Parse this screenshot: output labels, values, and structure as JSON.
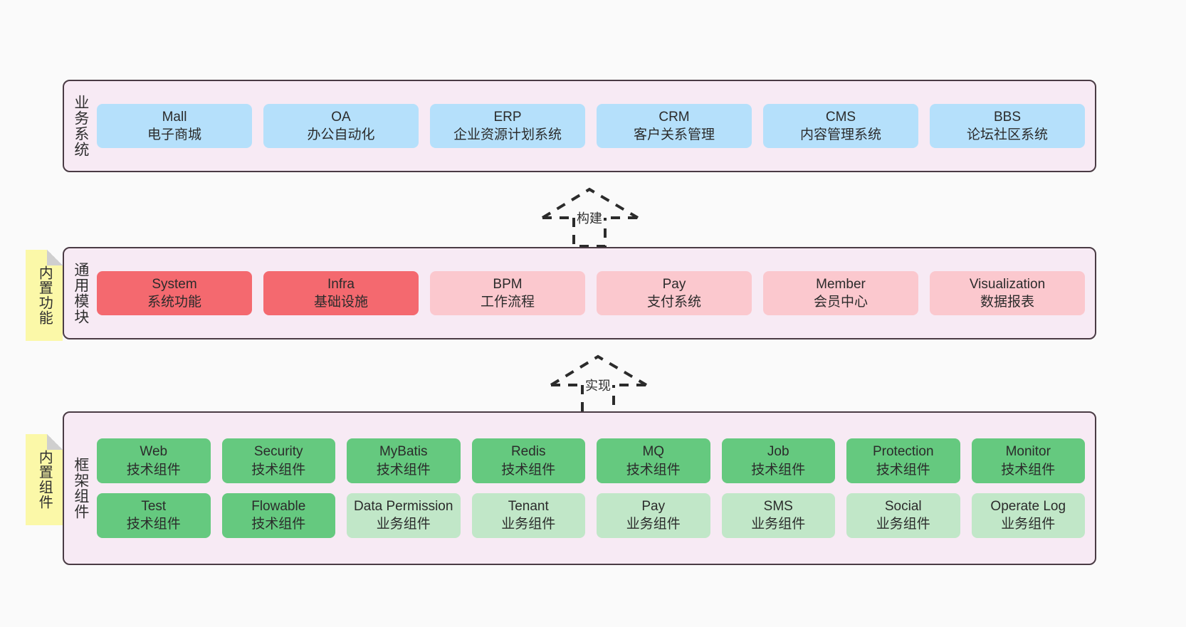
{
  "colors": {
    "panel_bg": "#f7eaf4",
    "panel_border": "#4a3b44",
    "blue": "#b5e0fb",
    "red": "#f4696f",
    "pink": "#fbc8ce",
    "green": "#65c97f",
    "light_green": "#c1e7c8",
    "note_yellow": "#fbf8a8",
    "canvas": "#fafafa"
  },
  "layers": {
    "business": {
      "title": "业务系统",
      "cards": [
        {
          "t1": "Mall",
          "t2": "电子商城",
          "color": "c-blue"
        },
        {
          "t1": "OA",
          "t2": "办公自动化",
          "color": "c-blue"
        },
        {
          "t1": "ERP",
          "t2": "企业资源计划系统",
          "color": "c-blue"
        },
        {
          "t1": "CRM",
          "t2": "客户关系管理",
          "color": "c-blue"
        },
        {
          "t1": "CMS",
          "t2": "内容管理系统",
          "color": "c-blue"
        },
        {
          "t1": "BBS",
          "t2": "论坛社区系统",
          "color": "c-blue"
        }
      ]
    },
    "common": {
      "title": "通用模块",
      "note": "内置功能",
      "cards": [
        {
          "t1": "System",
          "t2": "系统功能",
          "color": "c-red"
        },
        {
          "t1": "Infra",
          "t2": "基础设施",
          "color": "c-red"
        },
        {
          "t1": "BPM",
          "t2": "工作流程",
          "color": "c-pink"
        },
        {
          "t1": "Pay",
          "t2": "支付系统",
          "color": "c-pink"
        },
        {
          "t1": "Member",
          "t2": "会员中心",
          "color": "c-pink"
        },
        {
          "t1": "Visualization",
          "t2": "数据报表",
          "color": "c-pink"
        }
      ]
    },
    "framework": {
      "title": "框架组件",
      "note": "内置组件",
      "row1": [
        {
          "t1": "Web",
          "t2": "技术组件",
          "color": "c-green"
        },
        {
          "t1": "Security",
          "t2": "技术组件",
          "color": "c-green"
        },
        {
          "t1": "MyBatis",
          "t2": "技术组件",
          "color": "c-green"
        },
        {
          "t1": "Redis",
          "t2": "技术组件",
          "color": "c-green"
        },
        {
          "t1": "MQ",
          "t2": "技术组件",
          "color": "c-green"
        },
        {
          "t1": "Job",
          "t2": "技术组件",
          "color": "c-green"
        },
        {
          "t1": "Protection",
          "t2": "技术组件",
          "color": "c-green"
        },
        {
          "t1": "Monitor",
          "t2": "技术组件",
          "color": "c-green"
        }
      ],
      "row2": [
        {
          "t1": "Test",
          "t2": "技术组件",
          "color": "c-green"
        },
        {
          "t1": "Flowable",
          "t2": "技术组件",
          "color": "c-green"
        },
        {
          "t1": "Data Permission",
          "t2": "业务组件",
          "color": "c-lgreen"
        },
        {
          "t1": "Tenant",
          "t2": "业务组件",
          "color": "c-lgreen"
        },
        {
          "t1": "Pay",
          "t2": "业务组件",
          "color": "c-lgreen"
        },
        {
          "t1": "SMS",
          "t2": "业务组件",
          "color": "c-lgreen"
        },
        {
          "t1": "Social",
          "t2": "业务组件",
          "color": "c-lgreen"
        },
        {
          "t1": "Operate Log",
          "t2": "业务组件",
          "color": "c-lgreen"
        }
      ]
    }
  },
  "connectors": [
    {
      "label": "构建"
    },
    {
      "label": "实现"
    }
  ]
}
